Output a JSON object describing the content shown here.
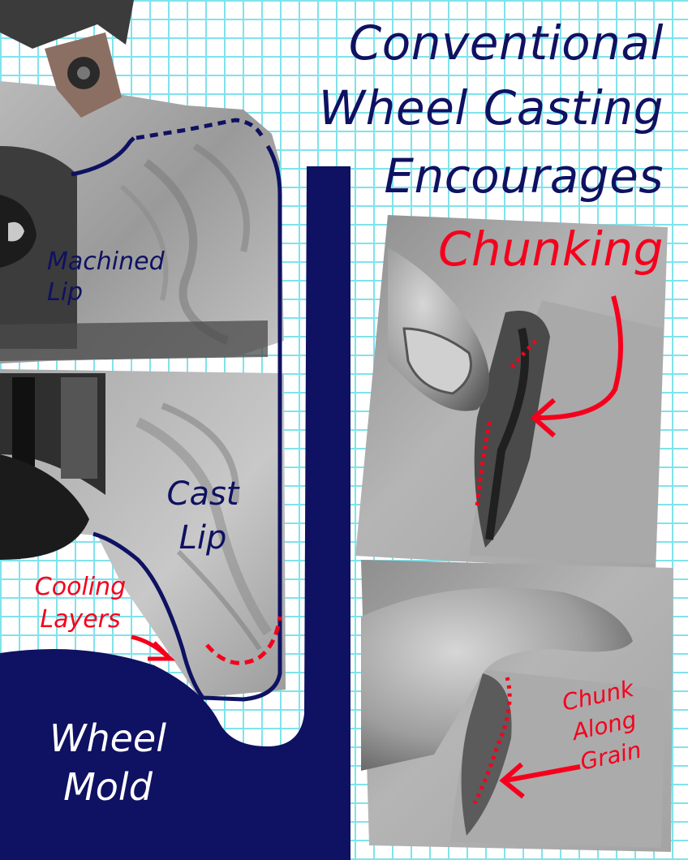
{
  "title": {
    "line1": "Conventional",
    "line2": "Wheel Casting",
    "line3": "Encourages",
    "highlight": "Chunking"
  },
  "labels": {
    "machined_lip": [
      "Machined",
      "Lip"
    ],
    "cast_lip": [
      "Cast",
      "Lip"
    ],
    "cooling_layers": [
      "Cooling",
      "Layers"
    ],
    "wheel_mold": [
      "Wheel",
      "Mold"
    ],
    "chunk_along_grain": [
      "Chunk",
      "Along",
      "Grain"
    ]
  },
  "colors": {
    "mold_navy": "#0f1162",
    "accent_red": "#f5001c",
    "grid_cyan": "#7fe3ec"
  }
}
